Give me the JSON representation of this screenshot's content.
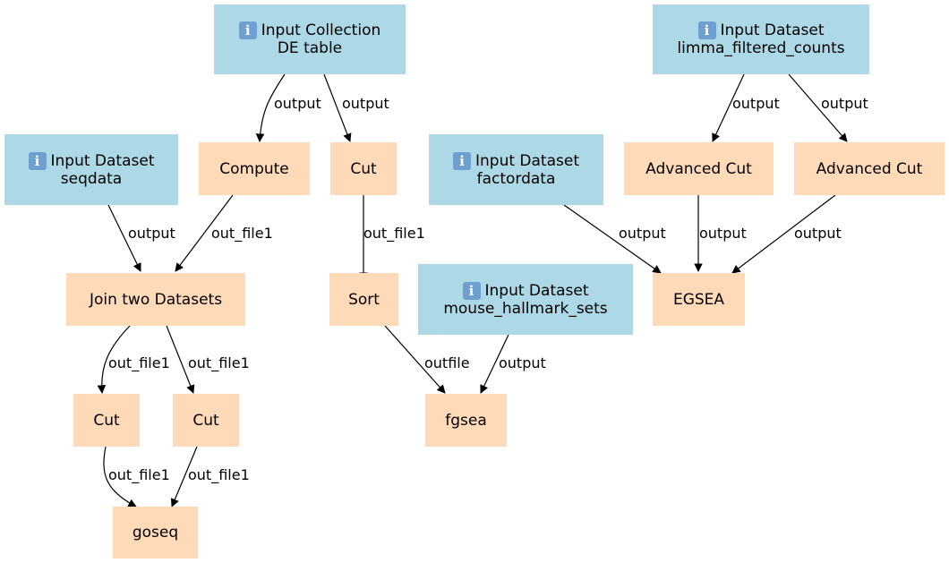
{
  "icon": "info-icon",
  "colors": {
    "input": "#add8e6",
    "tool": "#ffdab9",
    "edge": "#000000"
  },
  "nodes": {
    "input_collection_de": {
      "kind": "Input Collection",
      "name": "DE table",
      "icon_glyph": "i"
    },
    "input_limma": {
      "kind": "Input Dataset",
      "name": "limma_filtered_counts",
      "icon_glyph": "i"
    },
    "input_seqdata": {
      "kind": "Input Dataset",
      "name": "seqdata",
      "icon_glyph": "i"
    },
    "input_factordata": {
      "kind": "Input Dataset",
      "name": "factordata",
      "icon_glyph": "i"
    },
    "input_hallmark": {
      "kind": "Input Dataset",
      "name": "mouse_hallmark_sets",
      "icon_glyph": "i"
    },
    "compute": {
      "label": "Compute"
    },
    "cut_1": {
      "label": "Cut"
    },
    "adv_cut_1": {
      "label": "Advanced Cut"
    },
    "adv_cut_2": {
      "label": "Advanced Cut"
    },
    "join": {
      "label": "Join two Datasets"
    },
    "sort": {
      "label": "Sort"
    },
    "egsea": {
      "label": "EGSEA"
    },
    "cut_2": {
      "label": "Cut"
    },
    "cut_3": {
      "label": "Cut"
    },
    "fgsea": {
      "label": "fgsea"
    },
    "goseq": {
      "label": "goseq"
    }
  },
  "edges": [
    {
      "from": "input_collection_de",
      "to": "compute",
      "label": "output"
    },
    {
      "from": "input_collection_de",
      "to": "cut_1",
      "label": "output"
    },
    {
      "from": "input_limma",
      "to": "adv_cut_1",
      "label": "output"
    },
    {
      "from": "input_limma",
      "to": "adv_cut_2",
      "label": "output"
    },
    {
      "from": "input_seqdata",
      "to": "join",
      "label": "output"
    },
    {
      "from": "compute",
      "to": "join",
      "label": "out_file1"
    },
    {
      "from": "cut_1",
      "to": "sort",
      "label": "out_file1"
    },
    {
      "from": "input_factordata",
      "to": "egsea",
      "label": "output"
    },
    {
      "from": "adv_cut_1",
      "to": "egsea",
      "label": "output"
    },
    {
      "from": "adv_cut_2",
      "to": "egsea",
      "label": "output"
    },
    {
      "from": "join",
      "to": "cut_2",
      "label": "out_file1"
    },
    {
      "from": "join",
      "to": "cut_3",
      "label": "out_file1"
    },
    {
      "from": "sort",
      "to": "fgsea",
      "label": "outfile"
    },
    {
      "from": "input_hallmark",
      "to": "fgsea",
      "label": "output"
    },
    {
      "from": "cut_2",
      "to": "goseq",
      "label": "out_file1"
    },
    {
      "from": "cut_3",
      "to": "goseq",
      "label": "out_file1"
    }
  ]
}
